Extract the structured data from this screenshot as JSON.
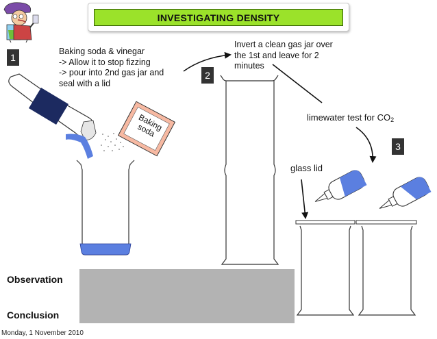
{
  "title": "INVESTIGATING DENSITY",
  "steps": [
    {
      "number": "1",
      "text": "Baking soda & vinegar\n-> Allow it to stop fizzing\n-> pour into 2nd gas jar and\nseal with a lid"
    },
    {
      "number": "2",
      "text": "Invert a clean gas jar over\nthe 1st and leave for 2\nminutes"
    },
    {
      "number": "3",
      "text": ""
    }
  ],
  "labels": {
    "limewater": "limewater test for CO",
    "limewater_sub": "2",
    "glass_lid": "glass lid",
    "vinegar": "Vinegar",
    "baking_line1": "Baking",
    "baking_line2": "soda"
  },
  "sections": {
    "observation": "Observation",
    "conclusion": "Conclusion"
  },
  "footer": {
    "date": "Monday, 1 November 2010"
  },
  "colors": {
    "title_fill": "#9be22a",
    "liquid": "#5b7fe0",
    "baking_packet": "#f7b9a2",
    "badge": "#333333",
    "panel": "#b3b3b3"
  },
  "icons": [
    "scientist-cartoon-icon",
    "vinegar-bottle-icon",
    "baking-soda-packet-icon",
    "dropper-bottle-icon"
  ]
}
